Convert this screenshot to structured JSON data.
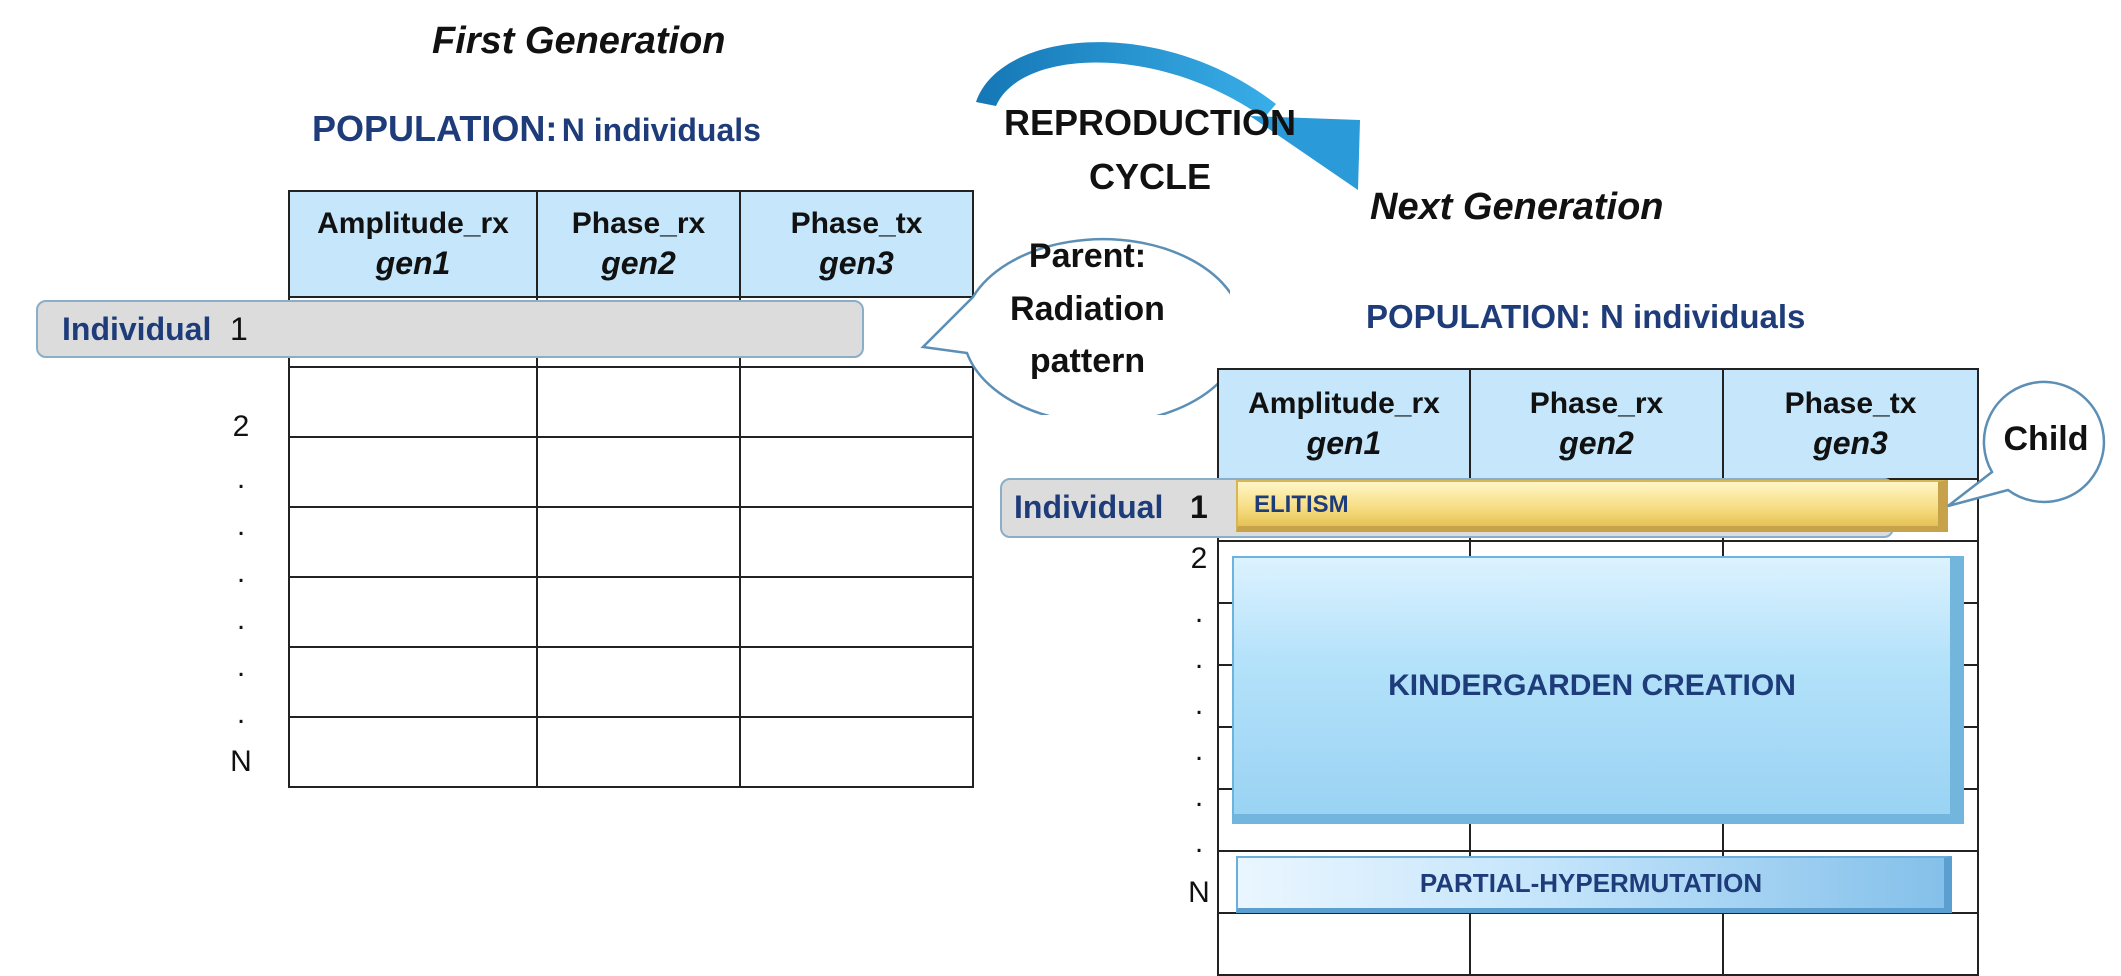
{
  "first": {
    "title": "First Generation",
    "population_key": "POPULATION:",
    "population_val": "N individuals",
    "headers": [
      {
        "name": "Amplitude_rx",
        "gen": "gen1"
      },
      {
        "name": "Phase_rx",
        "gen": "gen2"
      },
      {
        "name": "Phase_tx",
        "gen": "gen3"
      }
    ],
    "individual_label": "Individual",
    "individual_num": "1",
    "row_labels": [
      "2",
      ".",
      ".",
      ".",
      ".",
      ".",
      ".",
      "N"
    ]
  },
  "cycle": {
    "label_line1": "REPRODUCTION",
    "label_line2": "CYCLE"
  },
  "parent_callout": {
    "line1": "Parent:",
    "line2": "Radiation",
    "line3": "pattern"
  },
  "next": {
    "title": "Next Generation",
    "population": "POPULATION: N individuals",
    "headers": [
      {
        "name": "Amplitude_rx",
        "gen": "gen1"
      },
      {
        "name": "Phase_rx",
        "gen": "gen2"
      },
      {
        "name": "Phase_tx",
        "gen": "gen3"
      }
    ],
    "individual_label": "Individual",
    "individual_num": "1",
    "row_labels": [
      "2",
      ".",
      ".",
      ".",
      ".",
      ".",
      "."
    ],
    "last_label": "N",
    "elitism": "ELITISM",
    "kindergarden": "KINDERGARDEN CREATION",
    "hypermutation": "PARTIAL-HYPERMUTATION"
  },
  "child_callout": "Child",
  "colors": {
    "header_fill": "#c6e6fb",
    "text_blue": "#1f3c7a",
    "arrow": "#1f8fcf"
  }
}
